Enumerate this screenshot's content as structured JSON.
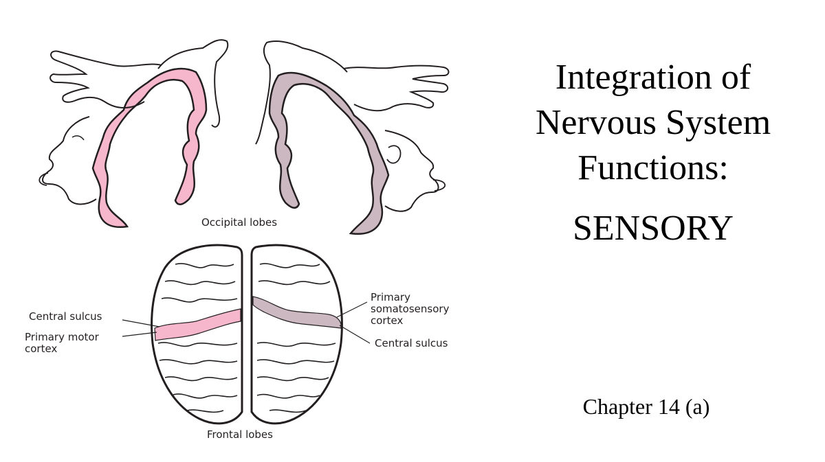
{
  "slide": {
    "title": "Integration of\nNervous System\nFunctions:",
    "subtitle": "SENSORY",
    "chapter": "Chapter 14 (a)"
  },
  "figure": {
    "labels": {
      "occipital": "Occipital lobes",
      "frontal": "Frontal lobes",
      "central_sulcus_left": "Central sulcus",
      "primary_motor": "Primary motor\ncortex",
      "primary_somatosensory": "Primary\nsomatosensory\ncortex",
      "central_sulcus_right": "Central sulcus"
    },
    "colors": {
      "motor": "#f6b6cb",
      "sensory": "#cbb8c1",
      "outline": "#231f20"
    },
    "homunculi": [
      "motor-homunculus",
      "sensory-homunculus"
    ]
  }
}
